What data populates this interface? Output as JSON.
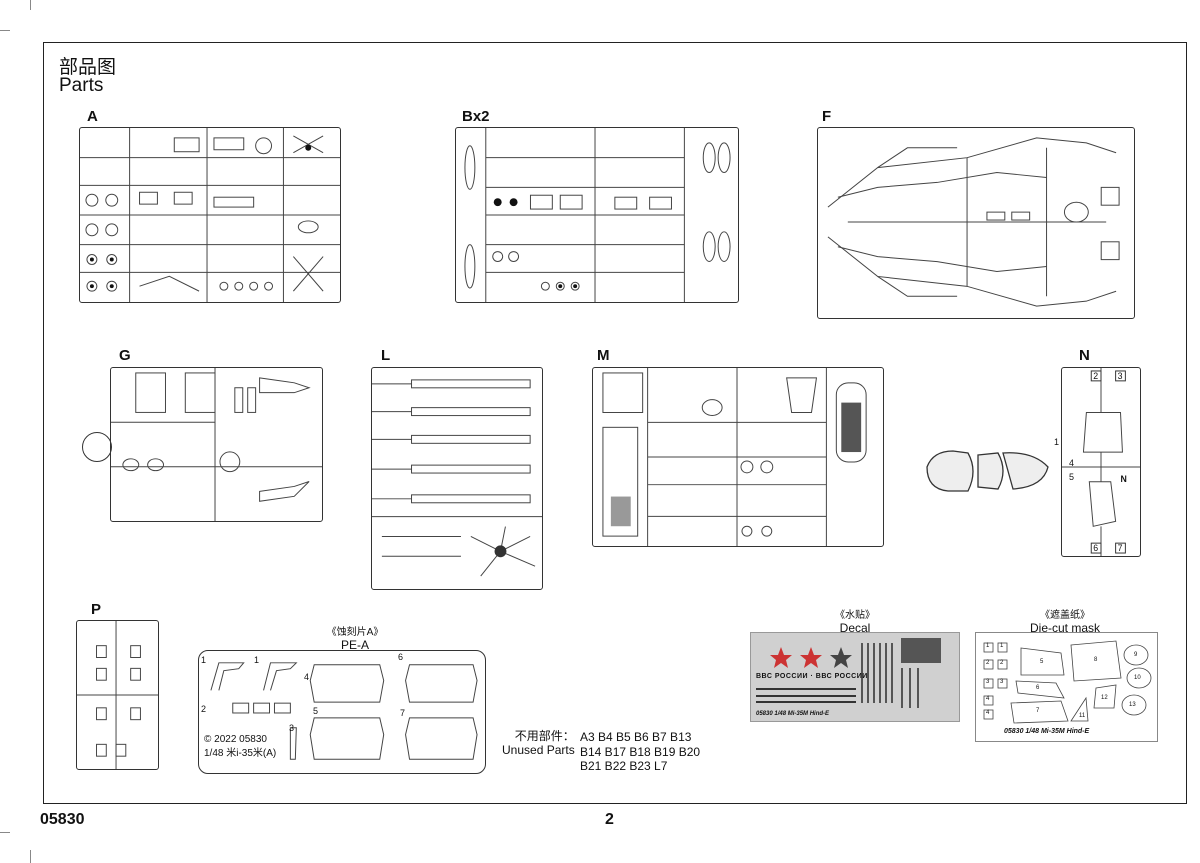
{
  "header": {
    "title_cn": "部品图",
    "title_en": "Parts"
  },
  "sprues": {
    "A": "A",
    "B": "Bx2",
    "F": "F",
    "G": "G",
    "L": "L",
    "M": "M",
    "N": "N",
    "P": "P"
  },
  "pe": {
    "caption_cn": "《蚀刻片A》",
    "caption_en": "PE-A",
    "copyright": "© 2022  05830",
    "scale": "1/48  米i-35米(A)",
    "parts": [
      "1",
      "1",
      "2",
      "3",
      "4",
      "5",
      "6",
      "7"
    ]
  },
  "decal": {
    "caption_cn": "《水贴》",
    "caption_en": "Decal",
    "line1": "ВВС РОССИИ · ВВС РОССИИ",
    "footer": "05830  1/48  Mi-35M Hind-E"
  },
  "mask": {
    "caption_cn": "《遮盖纸》",
    "caption_en": "Die-cut mask",
    "footer": "05830  1/48   Mi-35M Hind-E",
    "numbers": [
      "1",
      "1",
      "2",
      "2",
      "3",
      "3",
      "4",
      "4",
      "5",
      "6",
      "7",
      "8",
      "9",
      "10",
      "11",
      "12",
      "13"
    ]
  },
  "unused": {
    "label_cn": "不用部件：",
    "label_en": "Unused Parts",
    "lines": [
      "A3 B4 B5 B6 B7 B13",
      "B14 B17 B18 B19 B20",
      "B21 B22 B23 L7"
    ]
  },
  "footer": {
    "code": "05830",
    "page": "2"
  },
  "n_sprue_numbers": [
    "1",
    "2",
    "3",
    "4",
    "5",
    "6",
    "7",
    "N"
  ]
}
